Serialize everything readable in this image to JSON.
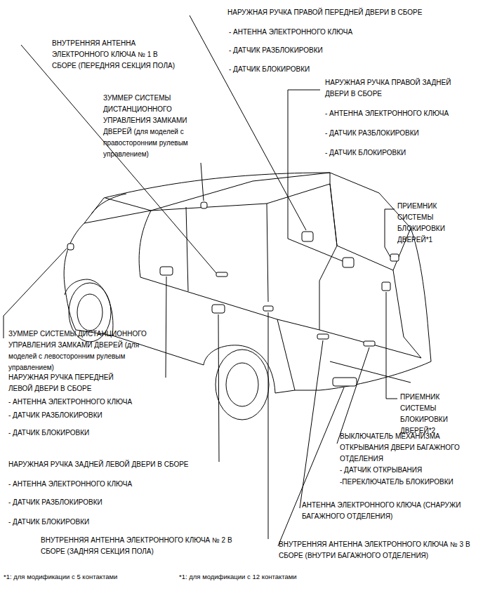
{
  "diagram": {
    "labels": [
      "НАРУЖНАЯ РУЧКА ПРАВОЙ ПЕРЕДНЕЙ ДВЕРИ В СБОРЕ",
      "- АНТЕННА ЭЛЕКТРОННОГО КЛЮЧА",
      "- ДАТЧИК РАЗБЛОКИРОВКИ",
      "- ДАТЧИК БЛОКИРОВКИ",
      "ВНУТРЕННЯЯ АНТЕННА ЭЛЕКТРОННОГО КЛЮЧА № 1 В СБОРЕ (ПЕРЕДНЯЯ СЕКЦИЯ ПОЛА)",
      "ЗУММЕР СИСТЕМЫ ДИСТАНЦИОННОГО УПРАВЛЕНИЯ ЗАМКАМИ ДВЕРЕЙ (для моделей с правосторонним рулевым управлением)",
      "НАРУЖНАЯ РУЧКА ПРАВОЙ ЗАДНЕЙ ДВЕРИ В СБОРЕ",
      "- АНТЕННА ЭЛЕКТРОННОГО КЛЮЧА",
      "- ДАТЧИК РАЗБЛОКИРОВКИ",
      "- ДАТЧИК БЛОКИРОВКИ",
      "ПРИЕМНИК СИСТЕМЫ БЛОКИРОВКИ ДВЕРЕЙ*1",
      "ЗУММЕР СИСТЕМЫ ДИСТАНЦИОННОГО УПРАВЛЕНИЯ ЗАМКАМИ ДВЕРЕЙ (для моделей с левосторонним рулевым управлением)",
      "НАРУЖНАЯ РУЧКА ПЕРЕДНЕЙ ЛЕВОЙ ДВЕРИ В СБОРЕ",
      "- АНТЕННА ЭЛЕКТРОННОГО КЛЮЧА",
      "- ДАТЧИК РАЗБЛОКИРОВКИ",
      "- ДАТЧИК БЛОКИРОВКИ",
      "НАРУЖНАЯ РУЧКА ЗАДНЕЙ ЛЕВОЙ ДВЕРИ В СБОРЕ",
      "- АНТЕННА ЭЛЕКТРОННОГО КЛЮЧА",
      "- ДАТЧИК РАЗБЛОКИРОВКИ",
      "- ДАТЧИК БЛОКИРОВКИ",
      "ПРИЕМНИК СИСТЕМЫ БЛОКИРОВКИ ДВЕРЕЙ*2",
      "ВЫКЛЮЧАТЕЛЬ МЕХАНИЗМА ОТКРЫВАНИЯ ДВЕРИ БАГАЖНОГО ОТДЕЛЕНИЯ",
      "- ДАТЧИК ОТКРЫВАНИЯ",
      "-ПЕРЕКЛЮЧАТЕЛЬ БЛОКИРОВКИ",
      "АНТЕННА ЭЛЕКТРОННОГО КЛЮЧА (СНАРУЖИ БАГАЖНОГО ОТДЕЛЕНИЯ)",
      "ВНУТРЕННЯЯ АНТЕННА ЭЛЕКТРОННОГО КЛЮЧА № 2 В СБОРЕ (ЗАДНЯЯ СЕКЦИЯ ПОЛА)",
      "ВНУТРЕННЯЯ АНТЕННА ЭЛЕКТРОННОГО КЛЮЧА № 3 В СБОРЕ (ВНУТРИ БАГАЖНОГО ОТДЕЛЕНИЯ)",
      "*1: для модификации с 5 контактами",
      "*1: для модификации с 12 контактами"
    ]
  }
}
